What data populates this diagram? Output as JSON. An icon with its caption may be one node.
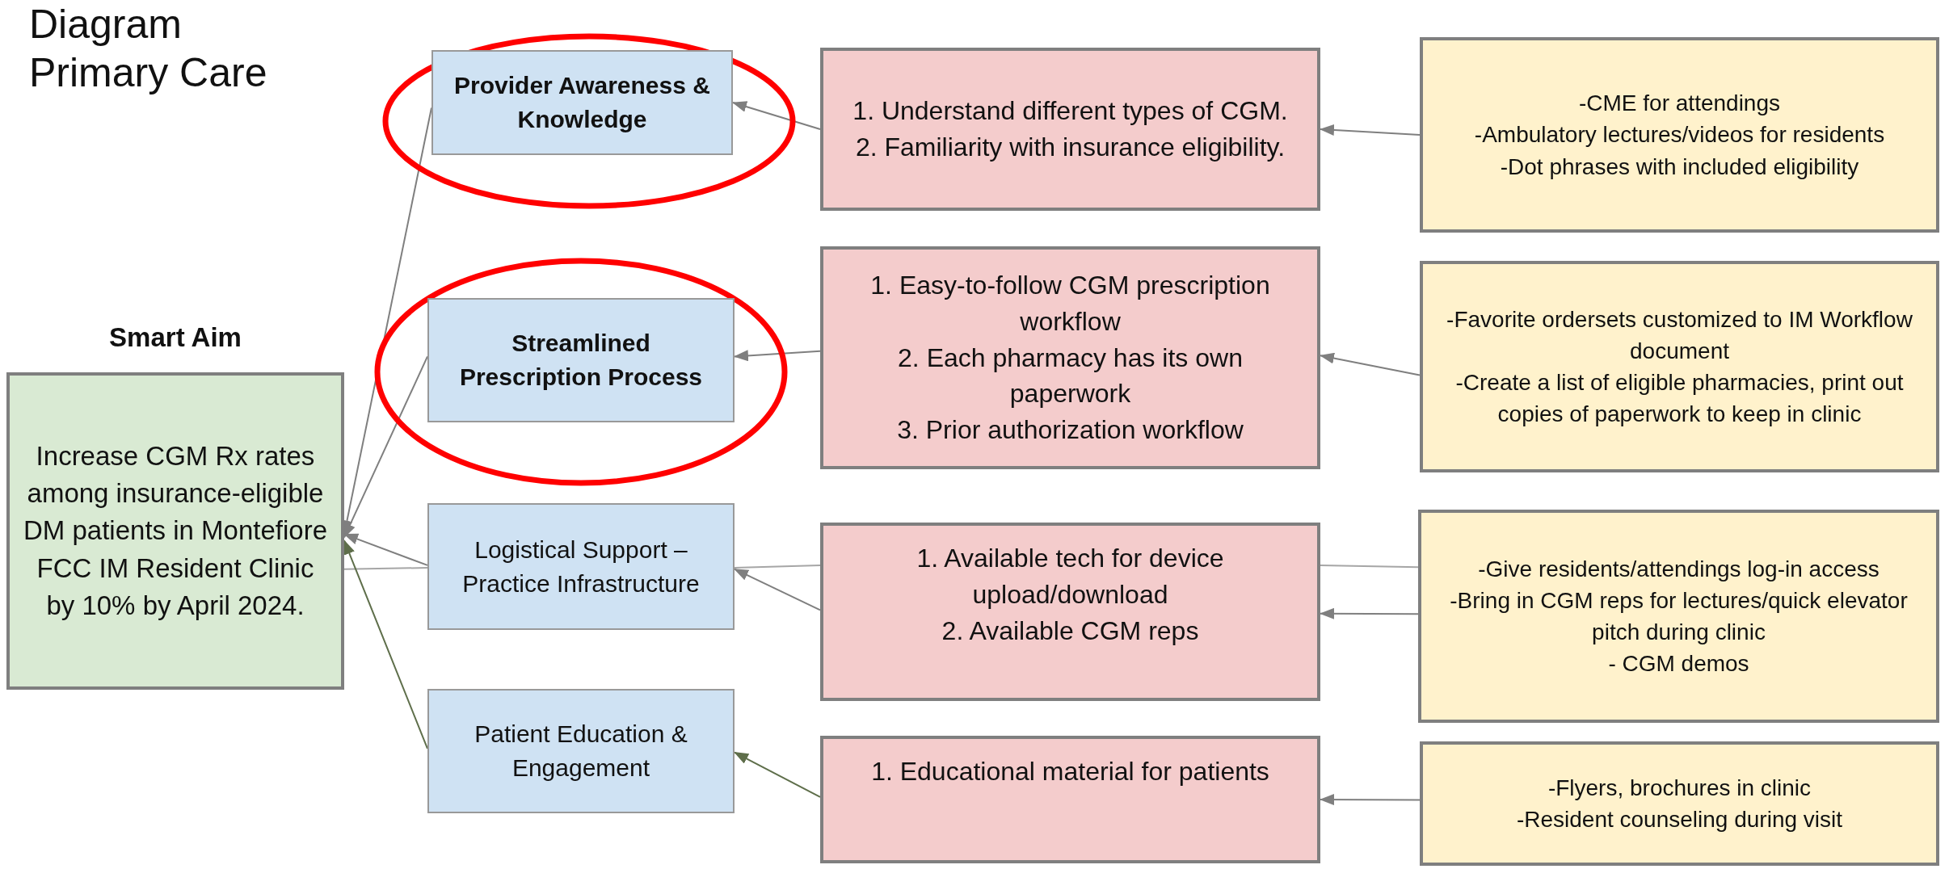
{
  "diagram": {
    "title": "Diagram Primary Care",
    "nodes": [
      {
        "text": [
          "Smart Aim",
          "Increase CGM Rx rates among insurance-eligible DM patients in Montefiore FCC IM Resident Clinic by 10% by April 2024."
        ]
      },
      {
        "text": [],
        "shape": "ellipse"
      },
      {
        "text": [
          "Provider Awareness & Knowledge"
        ],
        "in": 1
      },
      {
        "text": [
          "1. Understand different types of CGM.",
          "2. Familiarity with insurance eligibility."
        ]
      },
      {
        "text": [
          "-CME for attendings",
          "-Ambulatory lectures/videos for residents",
          "-Dot phrases with included eligibility"
        ]
      },
      {
        "text": [],
        "shape": "ellipse"
      },
      {
        "text": [
          "Streamlined Prescription Process"
        ],
        "in": 5
      },
      {
        "text": [
          "1. Easy-to-follow CGM prescription workflow",
          "2. Each pharmacy has its own paperwork",
          "3. Prior authorization workflow"
        ]
      },
      {
        "text": [
          "-Favorite ordersets customized to IM Workflow document",
          "-Create a list of eligible pharmacies, print out copies of paperwork to keep in clinic"
        ]
      },
      {
        "text": [
          "Logistical Support – Practice Infrastructure"
        ]
      },
      {
        "text": [
          "1. Available tech for device upload/download",
          "2. Available CGM reps"
        ]
      },
      {
        "text": [
          "-Give residents/attendings log-in access",
          "-Bring in CGM reps for lectures/quick elevator pitch during clinic",
          "- CGM demos"
        ]
      },
      {
        "text": [
          "Patient Education & Engagement"
        ]
      },
      {
        "text": [
          "1. Educational material for patients"
        ]
      },
      {
        "text": [
          "-Flyers, brochures in clinic",
          "-Resident counseling during visit"
        ]
      }
    ],
    "edges": [
      {
        "from": 2,
        "to": 0,
        "arrow": "to"
      },
      {
        "from": 6,
        "to": 0,
        "arrow": "to"
      },
      {
        "from": 9,
        "to": 0,
        "arrow": "to"
      },
      {
        "from": 0,
        "to": 9,
        "arrow": "none",
        "color": "#a6a6a6"
      },
      {
        "from": 12,
        "to": 0,
        "arrow": "to",
        "color": "#5e6e4a"
      },
      {
        "from": 3,
        "to": 2,
        "arrow": "to"
      },
      {
        "from": 7,
        "to": 6,
        "arrow": "to"
      },
      {
        "from": 10,
        "to": 9,
        "arrow": "to"
      },
      {
        "from": 10,
        "to": 9,
        "arrow": "none",
        "color": "#a6a6a6"
      },
      {
        "from": 13,
        "to": 12,
        "arrow": "to",
        "color": "#5e6e4a"
      },
      {
        "from": 4,
        "to": 3,
        "arrow": "to"
      },
      {
        "from": 8,
        "to": 7,
        "arrow": "to"
      },
      {
        "from": 11,
        "to": 10,
        "arrow": "to"
      },
      {
        "from": 11,
        "to": 10,
        "arrow": "none",
        "color": "#a6a6a6"
      },
      {
        "from": 14,
        "to": 13,
        "arrow": "to"
      }
    ]
  }
}
